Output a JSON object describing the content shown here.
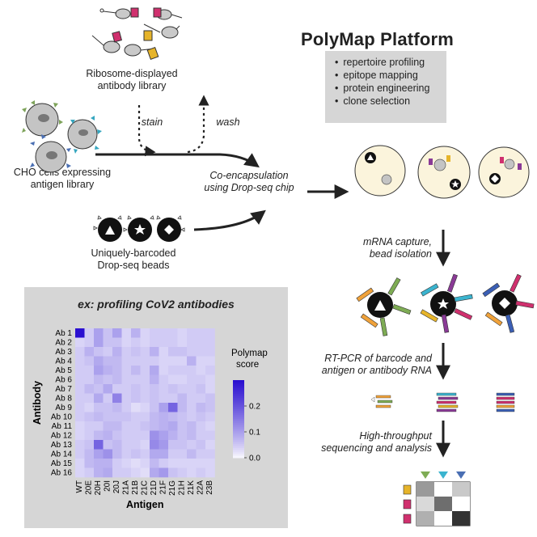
{
  "title": "PolyMap Platform",
  "uses": [
    "repertoire profiling",
    "epitope mapping",
    "protein engineering",
    "clone selection"
  ],
  "labels": {
    "ribosome_library": [
      "Ribosome-displayed",
      "antibody library"
    ],
    "stain": "stain",
    "wash": "wash",
    "cho_cells": [
      "CHO cells expressing",
      "antigen library"
    ],
    "coencapsulation": [
      "Co-encapsulation",
      "using Drop-seq chip"
    ],
    "beads": [
      "Uniquely-barcoded",
      "Drop-seq beads"
    ],
    "mrna": [
      "mRNA capture,",
      "bead isolation"
    ],
    "rtpcr": [
      "RT-PCR of barcode and",
      "antigen or antibody RNA"
    ],
    "sequencing": [
      "High-throughput",
      "sequencing and analysis"
    ]
  },
  "heatmap": {
    "title": "ex: profiling CoV2 antibodies",
    "ylabel": "Antibody",
    "xlabel": "Antigen",
    "colorbar_title": [
      "Polymap",
      "score"
    ],
    "colorbar_ticks": [
      "0.2",
      "0.1",
      "0.0"
    ],
    "colorbar_tick_values": [
      0.2,
      0.1,
      0.0
    ],
    "colorbar_max": 0.3,
    "colors": {
      "low": "#ffffff",
      "high": "#2a0fd0"
    }
  },
  "chart_data": {
    "type": "heatmap",
    "title": "ex: profiling CoV2 antibodies",
    "xlabel": "Antigen",
    "ylabel": "Antibody",
    "x": [
      "WT",
      "20E",
      "20H",
      "20I",
      "20J",
      "21A",
      "21B",
      "21C",
      "21D",
      "21F",
      "21G",
      "21H",
      "21K",
      "22A",
      "23B"
    ],
    "y": [
      "Ab 1",
      "Ab 2",
      "Ab 3",
      "Ab 4",
      "Ab 5",
      "Ab 6",
      "Ab 7",
      "Ab 8",
      "Ab 9",
      "Ab 10",
      "Ab 11",
      "Ab 12",
      "Ab 13",
      "Ab 14",
      "Ab 15",
      "Ab 16"
    ],
    "zlim": [
      0.0,
      0.3
    ],
    "values": [
      [
        0.3,
        0.05,
        0.1,
        0.06,
        0.1,
        0.04,
        0.08,
        0.04,
        0.05,
        0.05,
        0.05,
        0.04,
        0.05,
        0.05,
        0.05
      ],
      [
        0.04,
        0.05,
        0.1,
        0.06,
        0.06,
        0.04,
        0.05,
        0.04,
        0.05,
        0.05,
        0.05,
        0.04,
        0.05,
        0.05,
        0.05
      ],
      [
        0.05,
        0.08,
        0.06,
        0.05,
        0.08,
        0.05,
        0.06,
        0.05,
        0.08,
        0.04,
        0.06,
        0.06,
        0.05,
        0.05,
        0.05
      ],
      [
        0.05,
        0.06,
        0.09,
        0.07,
        0.07,
        0.05,
        0.05,
        0.05,
        0.05,
        0.04,
        0.04,
        0.04,
        0.08,
        0.04,
        0.04
      ],
      [
        0.05,
        0.05,
        0.1,
        0.08,
        0.07,
        0.05,
        0.07,
        0.05,
        0.09,
        0.04,
        0.05,
        0.05,
        0.05,
        0.04,
        0.05
      ],
      [
        0.05,
        0.05,
        0.07,
        0.06,
        0.07,
        0.05,
        0.05,
        0.05,
        0.08,
        0.05,
        0.04,
        0.04,
        0.05,
        0.05,
        0.04
      ],
      [
        0.05,
        0.07,
        0.06,
        0.09,
        0.05,
        0.05,
        0.06,
        0.05,
        0.06,
        0.05,
        0.06,
        0.05,
        0.05,
        0.06,
        0.04
      ],
      [
        0.05,
        0.05,
        0.09,
        0.05,
        0.14,
        0.05,
        0.06,
        0.05,
        0.06,
        0.05,
        0.05,
        0.07,
        0.05,
        0.05,
        0.06
      ],
      [
        0.05,
        0.04,
        0.06,
        0.06,
        0.07,
        0.05,
        0.03,
        0.04,
        0.06,
        0.1,
        0.18,
        0.07,
        0.05,
        0.07,
        0.06
      ],
      [
        0.05,
        0.06,
        0.07,
        0.06,
        0.06,
        0.06,
        0.05,
        0.05,
        0.07,
        0.08,
        0.07,
        0.06,
        0.05,
        0.06,
        0.05
      ],
      [
        0.04,
        0.05,
        0.05,
        0.07,
        0.07,
        0.05,
        0.05,
        0.06,
        0.07,
        0.08,
        0.09,
        0.06,
        0.07,
        0.05,
        0.04
      ],
      [
        0.04,
        0.05,
        0.07,
        0.08,
        0.06,
        0.05,
        0.05,
        0.05,
        0.12,
        0.1,
        0.08,
        0.06,
        0.07,
        0.05,
        0.05
      ],
      [
        0.05,
        0.06,
        0.18,
        0.06,
        0.07,
        0.05,
        0.05,
        0.04,
        0.13,
        0.11,
        0.06,
        0.06,
        0.05,
        0.06,
        0.04
      ],
      [
        0.05,
        0.07,
        0.1,
        0.12,
        0.07,
        0.05,
        0.06,
        0.05,
        0.09,
        0.09,
        0.05,
        0.05,
        0.07,
        0.05,
        0.05
      ],
      [
        0.04,
        0.07,
        0.08,
        0.08,
        0.05,
        0.04,
        0.03,
        0.04,
        0.07,
        0.05,
        0.04,
        0.04,
        0.04,
        0.04,
        0.04
      ],
      [
        0.04,
        0.05,
        0.08,
        0.09,
        0.05,
        0.05,
        0.04,
        0.03,
        0.09,
        0.11,
        0.06,
        0.05,
        0.04,
        0.05,
        0.04
      ]
    ]
  },
  "colors": {
    "arrow": "#222222",
    "cell_gray": "#bdbdbd",
    "droplet": "#fbf4dc",
    "bead": "#111111",
    "spike_green": "#7ea35a",
    "spike_teal": "#35a6bf",
    "spike_blue": "#4a6fb3",
    "ab_pink": "#d0306e",
    "ab_yellow": "#e6b42a",
    "ab_purple": "#8a3a96",
    "ab_green": "#7eac54",
    "ab_orange": "#f0a23a",
    "ab_cyan": "#3bb4cf",
    "ab_blue": "#3b5fb5"
  },
  "icons": [
    "ribosome-icon",
    "cho-cell-icon",
    "barcoded-bead-icon",
    "droplet-icon",
    "sequencing-matrix-icon"
  ]
}
